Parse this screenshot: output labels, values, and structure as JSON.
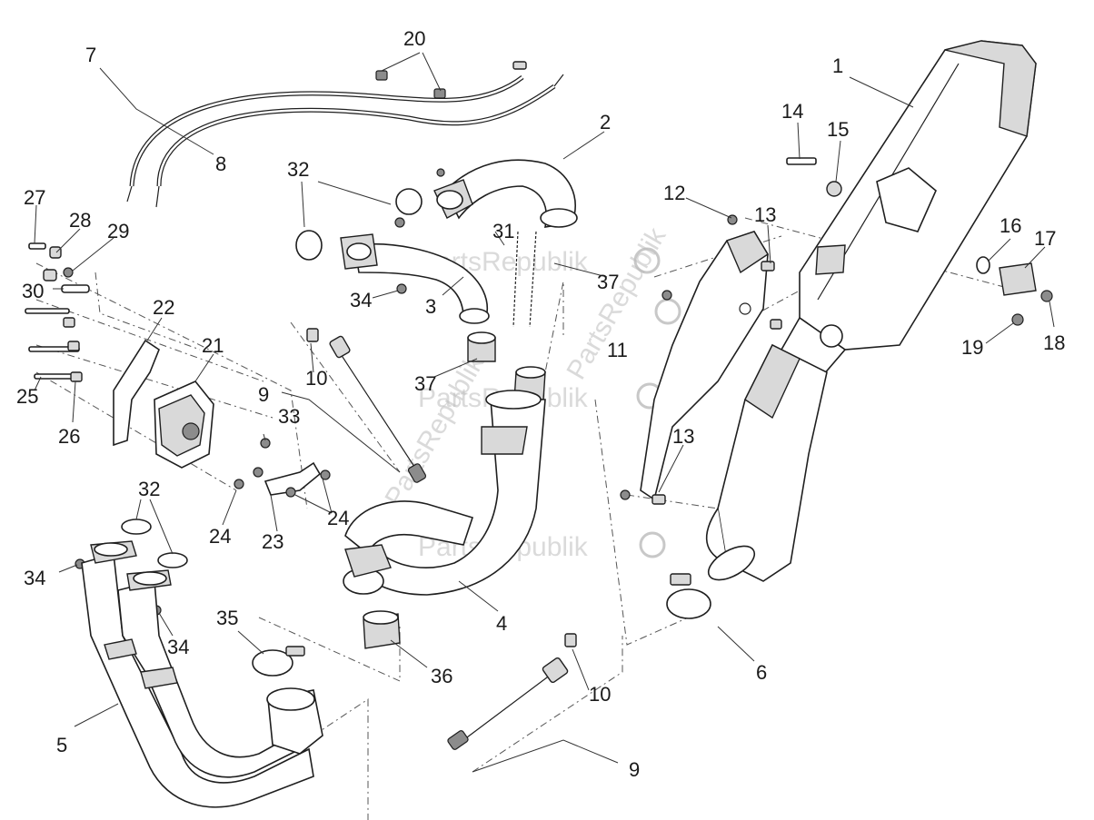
{
  "diagram": {
    "callouts": [
      {
        "id": "1",
        "text": "1"
      },
      {
        "id": "2",
        "text": "2"
      },
      {
        "id": "3",
        "text": "3"
      },
      {
        "id": "4",
        "text": "4"
      },
      {
        "id": "5",
        "text": "5"
      },
      {
        "id": "6",
        "text": "6"
      },
      {
        "id": "7",
        "text": "7"
      },
      {
        "id": "8",
        "text": "8"
      },
      {
        "id": "9a",
        "text": "9"
      },
      {
        "id": "9b",
        "text": "9"
      },
      {
        "id": "10a",
        "text": "10"
      },
      {
        "id": "10b",
        "text": "10"
      },
      {
        "id": "11",
        "text": "11"
      },
      {
        "id": "12",
        "text": "12"
      },
      {
        "id": "13a",
        "text": "13"
      },
      {
        "id": "13b",
        "text": "13"
      },
      {
        "id": "14",
        "text": "14"
      },
      {
        "id": "15",
        "text": "15"
      },
      {
        "id": "16",
        "text": "16"
      },
      {
        "id": "17",
        "text": "17"
      },
      {
        "id": "18",
        "text": "18"
      },
      {
        "id": "19",
        "text": "19"
      },
      {
        "id": "20",
        "text": "20"
      },
      {
        "id": "21",
        "text": "21"
      },
      {
        "id": "22",
        "text": "22"
      },
      {
        "id": "23",
        "text": "23"
      },
      {
        "id": "24a",
        "text": "24"
      },
      {
        "id": "24b",
        "text": "24"
      },
      {
        "id": "25",
        "text": "25"
      },
      {
        "id": "26",
        "text": "26"
      },
      {
        "id": "27",
        "text": "27"
      },
      {
        "id": "28",
        "text": "28"
      },
      {
        "id": "29",
        "text": "29"
      },
      {
        "id": "30",
        "text": "30"
      },
      {
        "id": "31",
        "text": "31"
      },
      {
        "id": "32a",
        "text": "32"
      },
      {
        "id": "32b",
        "text": "32"
      },
      {
        "id": "33",
        "text": "33"
      },
      {
        "id": "34a",
        "text": "34"
      },
      {
        "id": "34b",
        "text": "34"
      },
      {
        "id": "34c",
        "text": "34"
      },
      {
        "id": "35",
        "text": "35"
      },
      {
        "id": "36",
        "text": "36"
      },
      {
        "id": "37a",
        "text": "37"
      },
      {
        "id": "37b",
        "text": "37"
      }
    ],
    "watermark": "PartsRepublik"
  }
}
